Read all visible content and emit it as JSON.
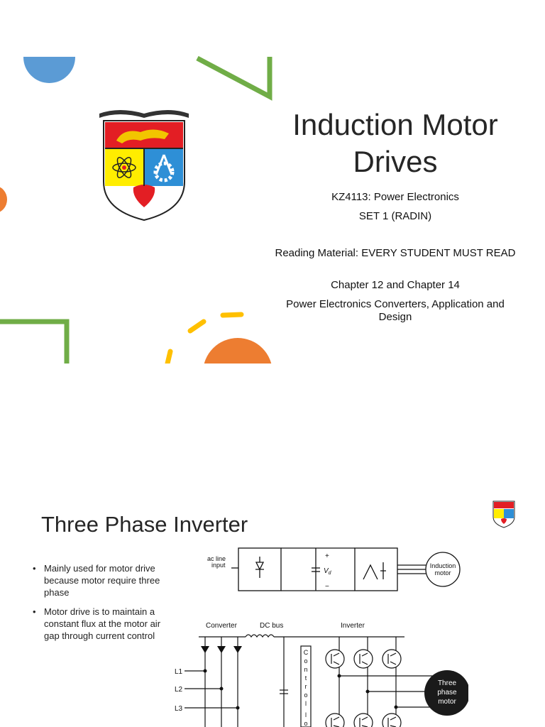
{
  "slide1": {
    "title": "Induction Motor Drives",
    "course": "KZ4113: Power Electronics",
    "set": "SET 1 (RADIN)",
    "reading": "Reading Material:  EVERY STUDENT MUST READ",
    "chapters": "Chapter 12 and Chapter 14",
    "book": "Power Electronics Converters, Application and Design"
  },
  "slide2": {
    "title": "Three Phase Inverter",
    "bullets": [
      "Mainly used for motor drive because motor require three phase",
      "Motor drive is to maintain a constant flux at the motor air gap through current control"
    ],
    "block_diagram": {
      "input_label_1": "ac line",
      "input_label_2": "input",
      "plus": "+",
      "minus": "−",
      "vd_label": "V",
      "vd_sub": "d",
      "motor_label_1": "Induction",
      "motor_label_2": "motor"
    },
    "circuit": {
      "converter": "Converter",
      "dc_bus": "DC bus",
      "inverter": "Inverter",
      "l1": "L1",
      "l2": "L2",
      "l3": "L3",
      "control_letters": [
        "C",
        "o",
        "n",
        "t",
        "r",
        "o",
        "l",
        "l",
        "o"
      ],
      "motor_1": "Three",
      "motor_2": "phase",
      "motor_3": "motor"
    }
  },
  "colors": {
    "blue": "#5b9bd5",
    "orange": "#ed7d31",
    "green": "#70ad47",
    "yellow": "#ffc000"
  }
}
